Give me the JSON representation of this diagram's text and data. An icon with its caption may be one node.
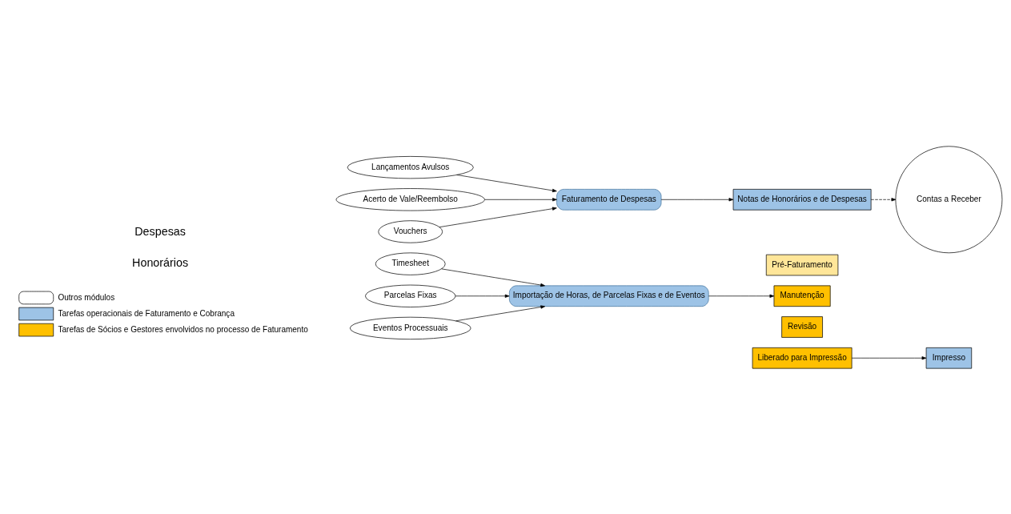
{
  "diagram": {
    "nodes": [
      {
        "text": [
          "Vouchers"
        ]
      },
      {
        "text": [
          "Lançamentos Avulsos"
        ]
      },
      {
        "text": [
          "Acerto de Vale/Reembolso"
        ]
      },
      {
        "text": [
          "Faturamento de Despesas"
        ]
      },
      {
        "text": [
          "Timesheet"
        ]
      },
      {
        "text": [
          "Parcelas Fixas"
        ]
      },
      {
        "text": [
          "Eventos Processuais"
        ]
      },
      {
        "text": [
          "Importação de Horas, de Parcelas Fixas e de Eventos"
        ]
      },
      {
        "text": [
          "Impresso"
        ]
      },
      {
        "text": [
          "Notas de Honorários e de Despesas"
        ]
      },
      {
        "text": [
          "Pré-Faturamento"
        ]
      },
      {
        "text": [
          "Manutenção"
        ]
      },
      {
        "text": [
          "Revisão"
        ]
      },
      {
        "text": [
          "Liberado para Impressão"
        ]
      },
      {
        "text": [
          "Contas a Receber"
        ]
      }
    ],
    "edges": [
      {
        "from": 0,
        "to": 3,
        "arrow": "to"
      },
      {
        "from": 1,
        "to": 3,
        "arrow": "to"
      },
      {
        "from": 2,
        "to": 3,
        "arrow": "to"
      },
      {
        "from": 3,
        "to": 9,
        "arrow": "to"
      },
      {
        "from": 9,
        "to": 14,
        "arrow": "to",
        "style": "dashed"
      },
      {
        "from": 4,
        "to": 7,
        "arrow": "to"
      },
      {
        "from": 5,
        "to": 7,
        "arrow": "to"
      },
      {
        "from": 6,
        "to": 7,
        "arrow": "to"
      },
      {
        "from": 7,
        "to": 11,
        "arrow": "to"
      },
      {
        "from": 13,
        "to": 8,
        "arrow": "to"
      }
    ],
    "labels": [
      "Despesas",
      "Honorários"
    ],
    "legend": [
      {
        "text": "Outros módulos"
      },
      {
        "text": "Tarefas operacionais de Faturamento e Cobrança",
        "color": "#9dc3e6"
      },
      {
        "text": "Tarefas de Sócios e Gestores envolvidos no processo de Faturamento",
        "color": "#ffc000"
      }
    ]
  }
}
